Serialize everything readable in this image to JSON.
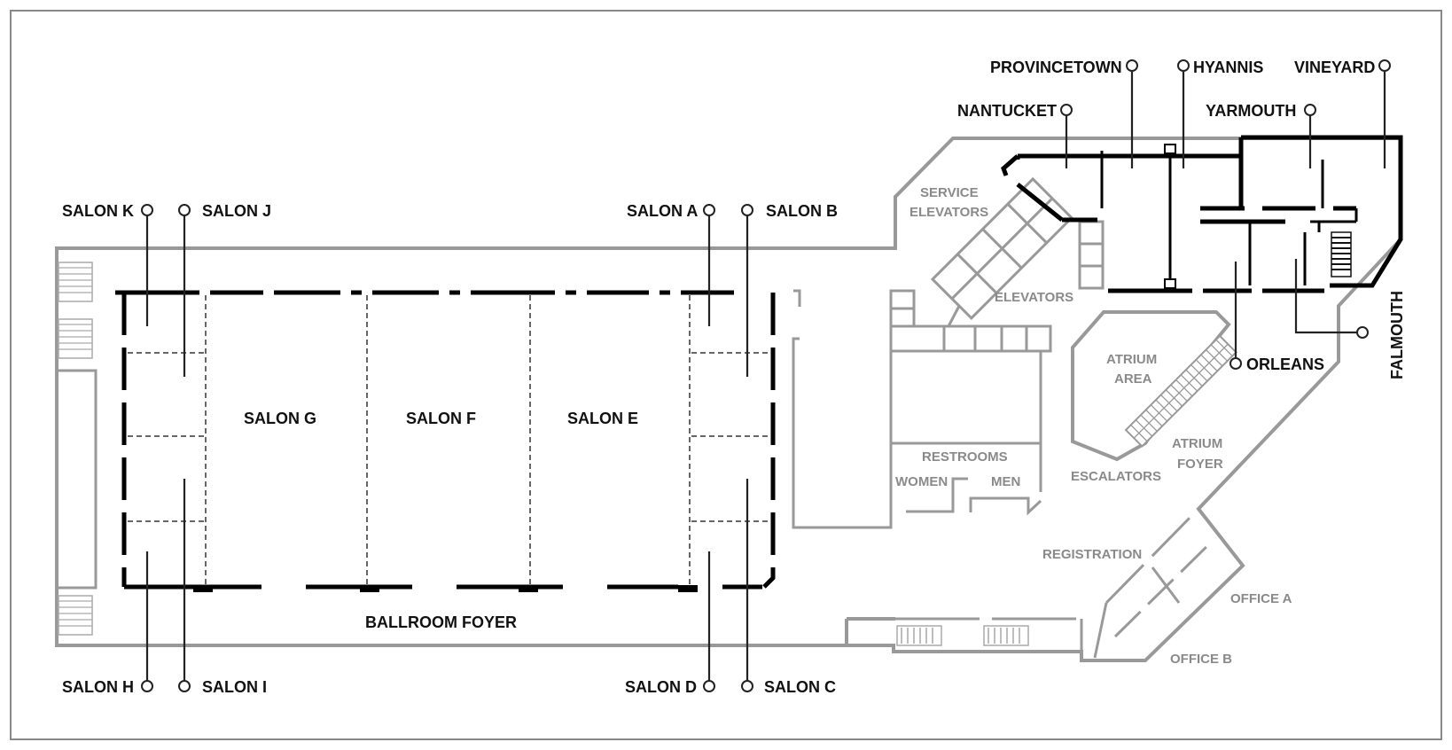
{
  "rooms": {
    "salon_g": "SALON G",
    "salon_f": "SALON F",
    "salon_e": "SALON E",
    "ballroom_foyer": "BALLROOM FOYER",
    "salon_k": "SALON K",
    "salon_j": "SALON J",
    "salon_a": "SALON A",
    "salon_b": "SALON B",
    "salon_h": "SALON H",
    "salon_i": "SALON I",
    "salon_d": "SALON D",
    "salon_c": "SALON C",
    "provincetown": "PROVINCETOWN",
    "hyannis": "HYANNIS",
    "vineyard": "VINEYARD",
    "nantucket": "NANTUCKET",
    "yarmouth": "YARMOUTH",
    "orleans": "ORLEANS",
    "falmouth": "FALMOUTH"
  },
  "facilities": {
    "service_line1": "SERVICE",
    "service_line2": "ELEVATORS",
    "elevators": "ELEVATORS",
    "atrium_area_line1": "ATRIUM",
    "atrium_area_line2": "AREA",
    "atrium_foyer_line1": "ATRIUM",
    "atrium_foyer_line2": "FOYER",
    "escalators": "ESCALATORS",
    "restrooms": "RESTROOMS",
    "women": "WOMEN",
    "men": "MEN",
    "registration": "REGISTRATION",
    "office_a": "OFFICE A",
    "office_b": "OFFICE B"
  },
  "colors": {
    "wall": "#000000",
    "outline": "#999999",
    "secondary_label": "#8a8a8a"
  }
}
